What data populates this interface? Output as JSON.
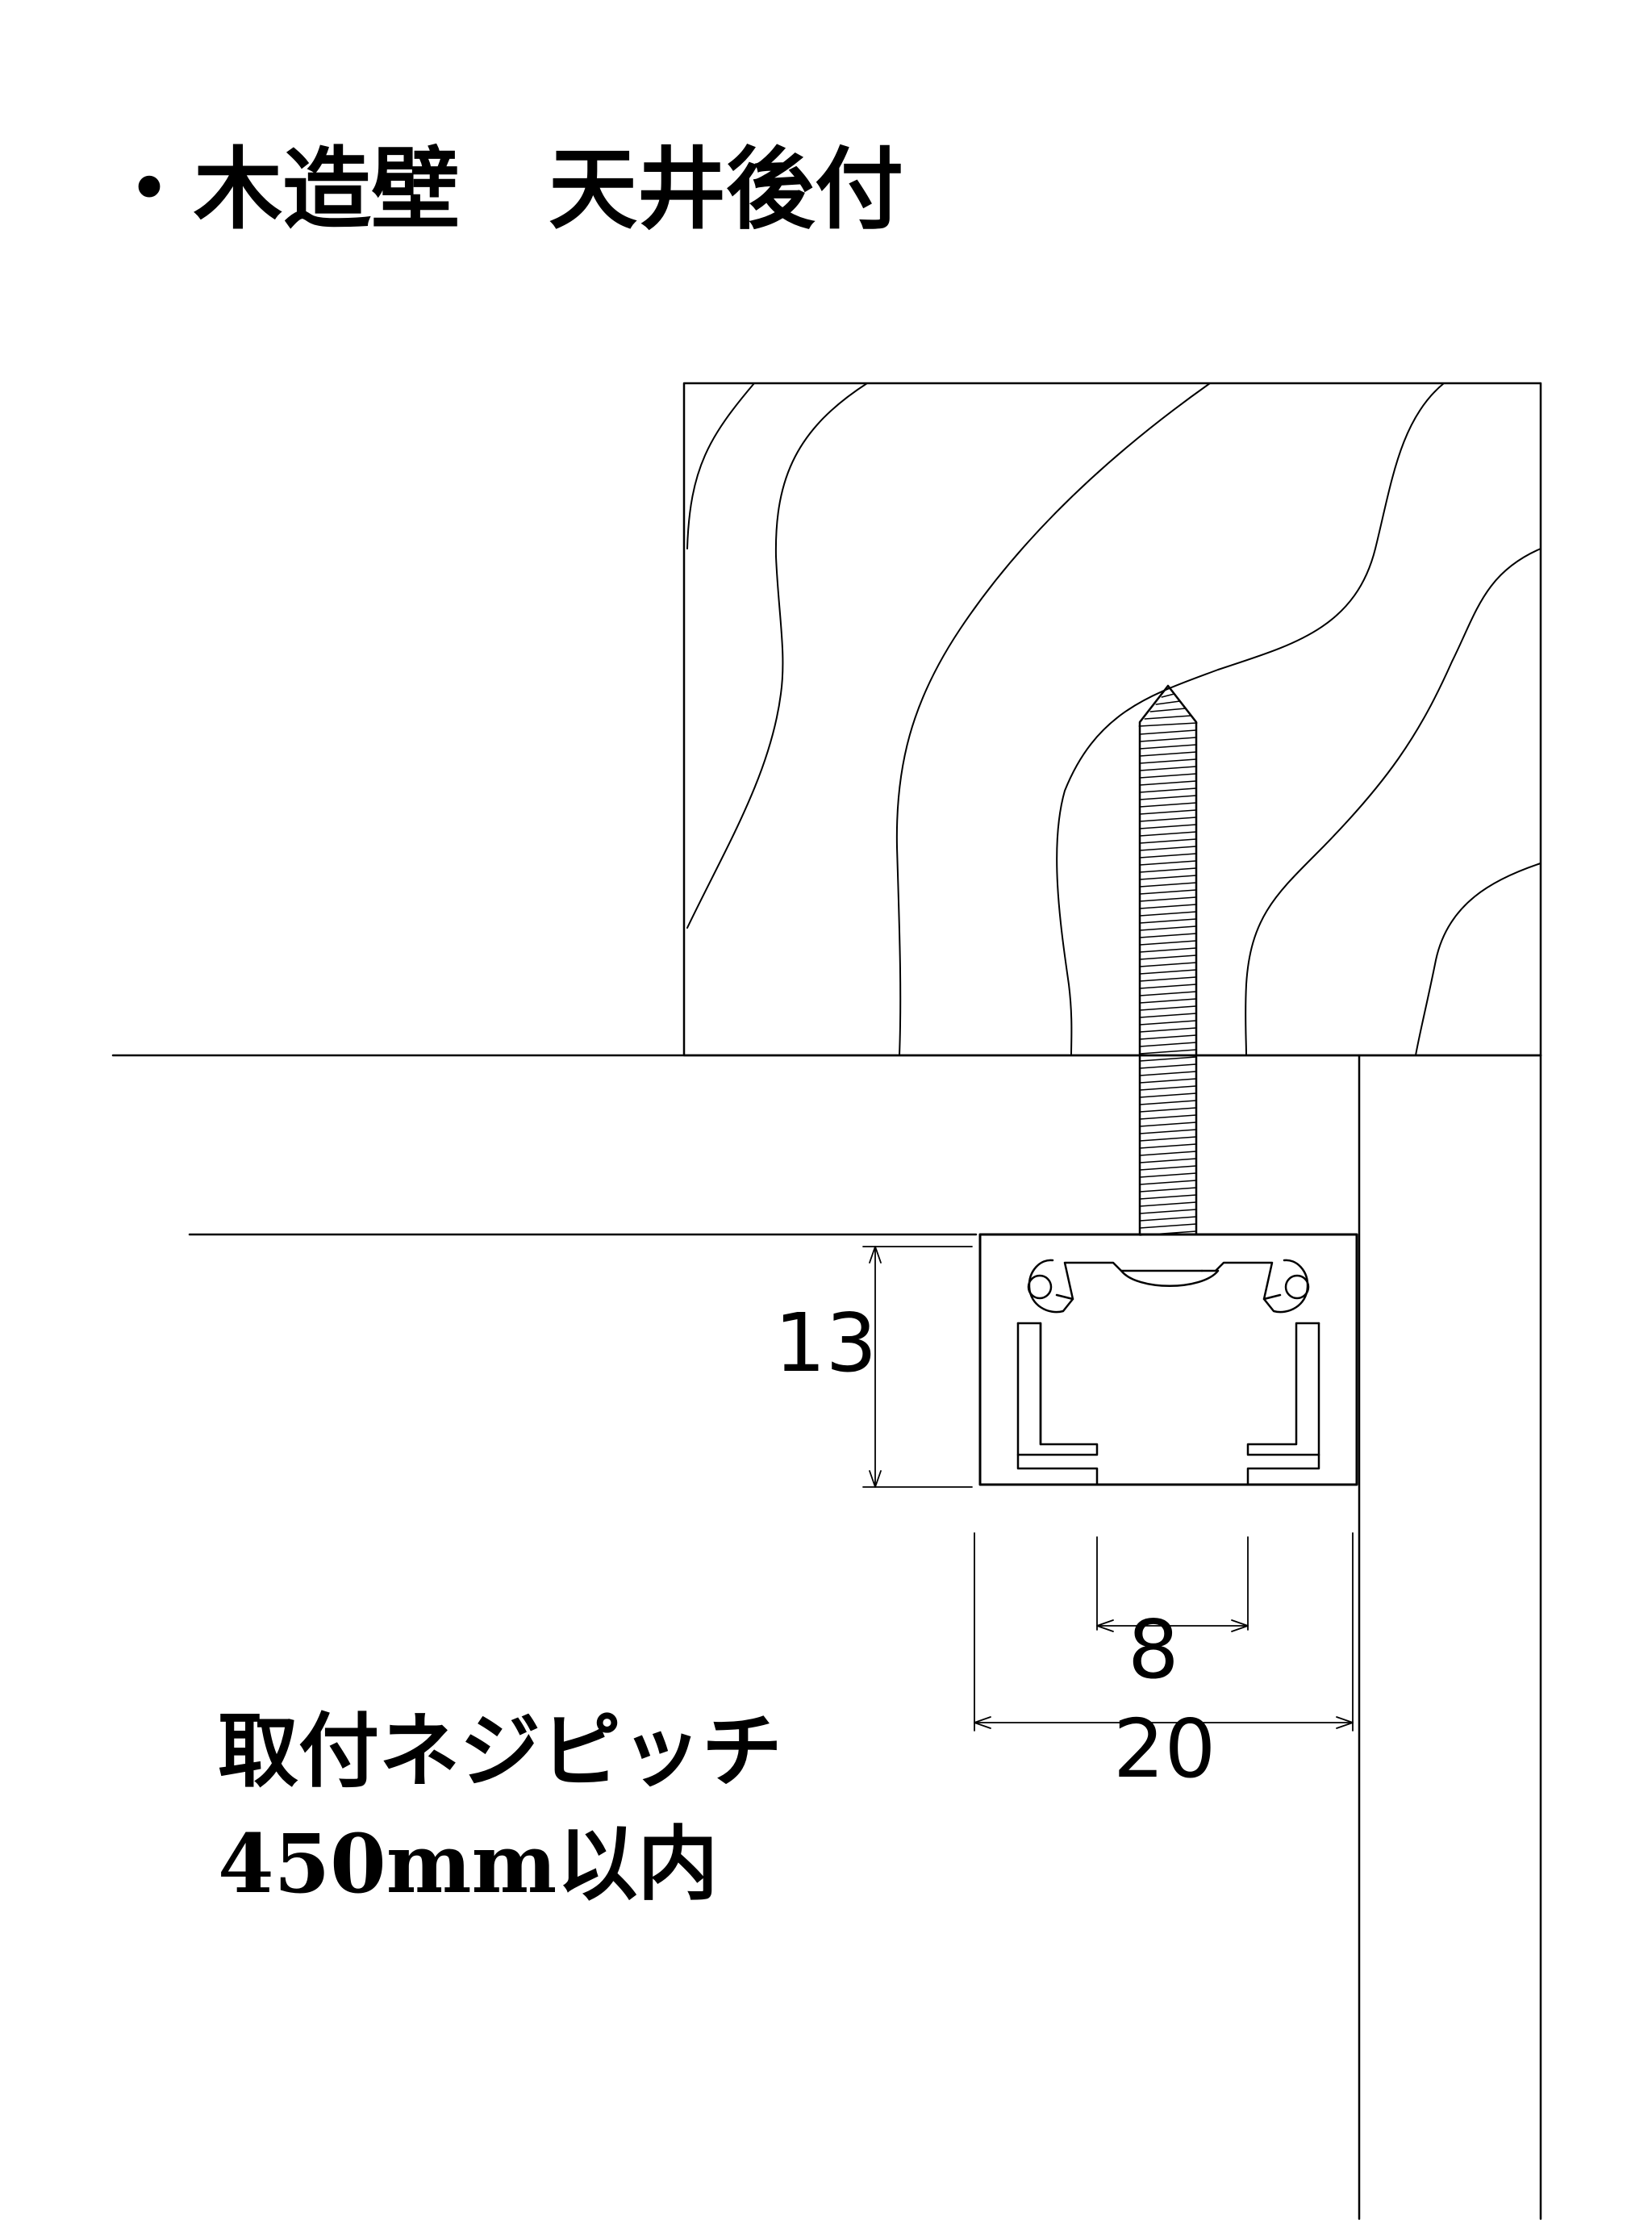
{
  "title": "・木造壁　天井後付",
  "dimensions": {
    "height": "13",
    "opening": "8",
    "width": "20"
  },
  "note": {
    "line1": "取付ネジピッチ",
    "line2": "450mm以内"
  }
}
